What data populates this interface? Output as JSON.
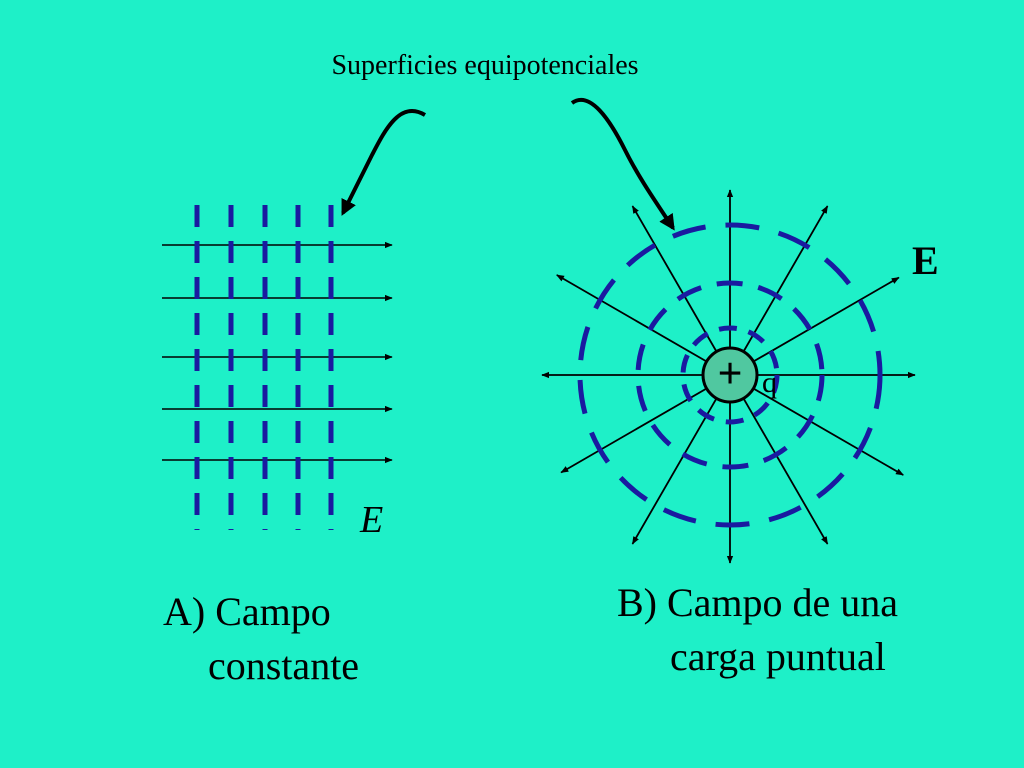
{
  "title": "Superficies equipotenciales",
  "panel_a": {
    "field_label": "E",
    "caption_line1": "A) Campo",
    "caption_line2": "constante"
  },
  "panel_b": {
    "field_label": "E",
    "charge_sign": "+",
    "charge_label": "q",
    "caption_line1": "B) Campo de una",
    "caption_line2": "carga puntual"
  },
  "colors": {
    "background": "#1EF0C8",
    "equipotential": "#1A1AA0",
    "field_lines": "#000000",
    "charge": "#50C8A0"
  }
}
